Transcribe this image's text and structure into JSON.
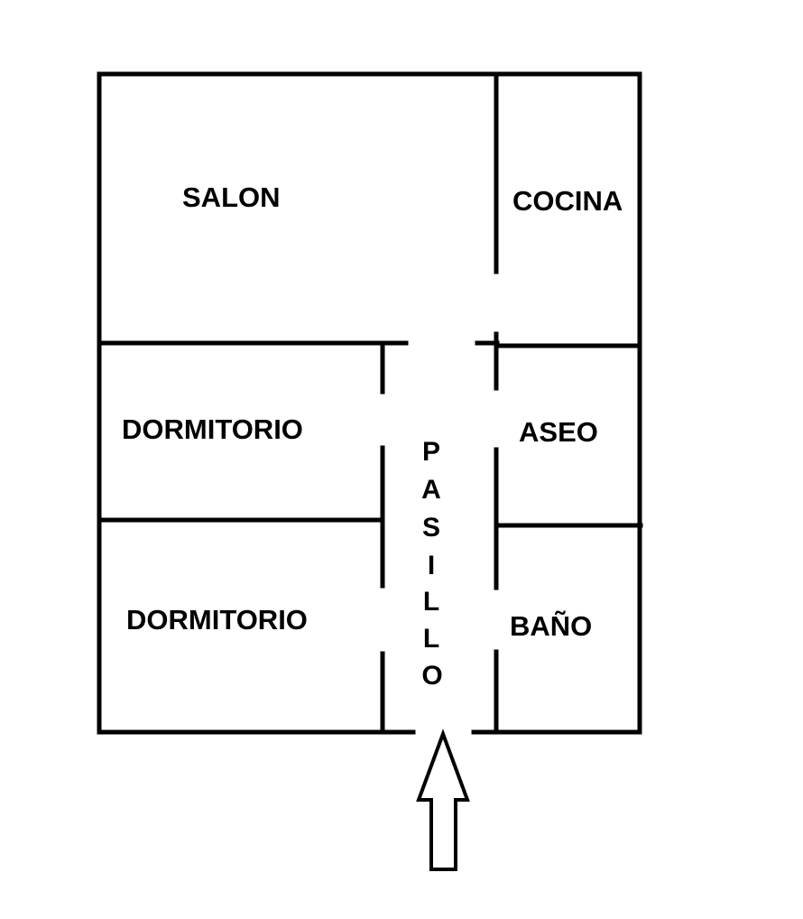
{
  "rooms": {
    "salon": "SALON",
    "cocina": "COCINA",
    "dormitorio_1": "DORMITORIO",
    "dormitorio_2": "DORMITORIO",
    "aseo": "ASEO",
    "bano": "BAÑO",
    "pasillo": [
      "P",
      "A",
      "S",
      "I",
      "L",
      "L",
      "O"
    ]
  },
  "entrance": {
    "icon": "arrow-up-icon"
  }
}
